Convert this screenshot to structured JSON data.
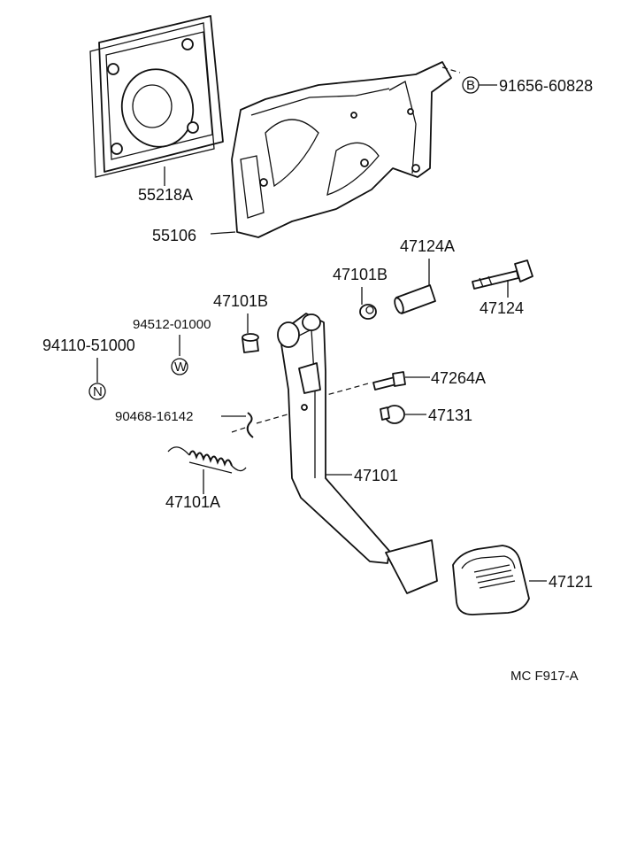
{
  "labels": {
    "p55218a": "55218A",
    "p55106": "55106",
    "p91656": "91656-60828",
    "p47124a": "47124A",
    "p47101b_top": "47101B",
    "p47124": "47124",
    "p47101b_left": "47101B",
    "p94512": "94512-01000",
    "p94110": "94110-51000",
    "p47264a": "47264A",
    "p90468": "90468-16142",
    "p47131": "47131",
    "p47101": "47101",
    "p47101a": "47101A",
    "p47121": "47121",
    "diagram_code": "MC F917-A"
  },
  "markers": {
    "b": "B",
    "w": "W",
    "n": "N"
  }
}
